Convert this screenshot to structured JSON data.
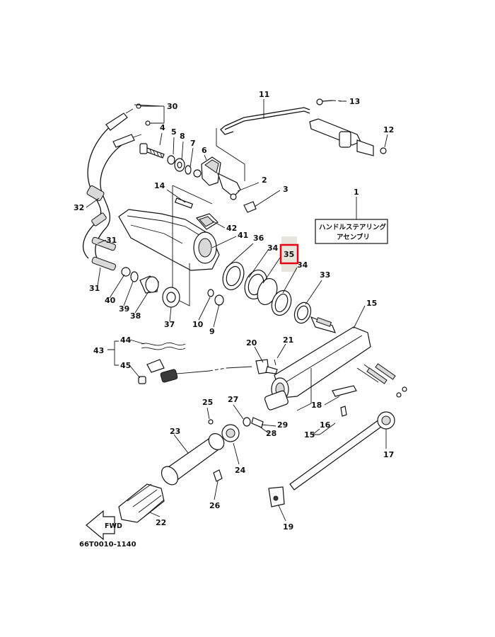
{
  "diagram": {
    "drawing_code": "66T0010-1140",
    "assembly_name_line1": "ハンドルステアリング",
    "assembly_name_line2": "アセンブリ",
    "highlighted_part": "35",
    "highlight_color": "#e60012",
    "fwd_label": "FWD",
    "callouts": {
      "c1": "1",
      "c2": "2",
      "c3": "3",
      "c4": "4",
      "c5": "5",
      "c6": "6",
      "c7": "7",
      "c8": "8",
      "c9": "9",
      "c10": "10",
      "c11": "11",
      "c12": "12",
      "c13": "13",
      "c14": "14",
      "c15a": "15",
      "c15b": "15",
      "c16": "16",
      "c17": "17",
      "c18": "18",
      "c19": "19",
      "c20": "20",
      "c21": "21",
      "c22": "22",
      "c23": "23",
      "c24": "24",
      "c25": "25",
      "c26": "26",
      "c27": "27",
      "c28": "28",
      "c29": "29",
      "c30": "30",
      "c31a": "31",
      "c31b": "31",
      "c32": "32",
      "c33": "33",
      "c34a": "34",
      "c34b": "34",
      "c35": "35",
      "c36": "36",
      "c37": "37",
      "c38": "38",
      "c39": "39",
      "c40": "40",
      "c41": "41",
      "c42": "42",
      "c43": "43",
      "c44": "44",
      "c45": "45"
    }
  }
}
